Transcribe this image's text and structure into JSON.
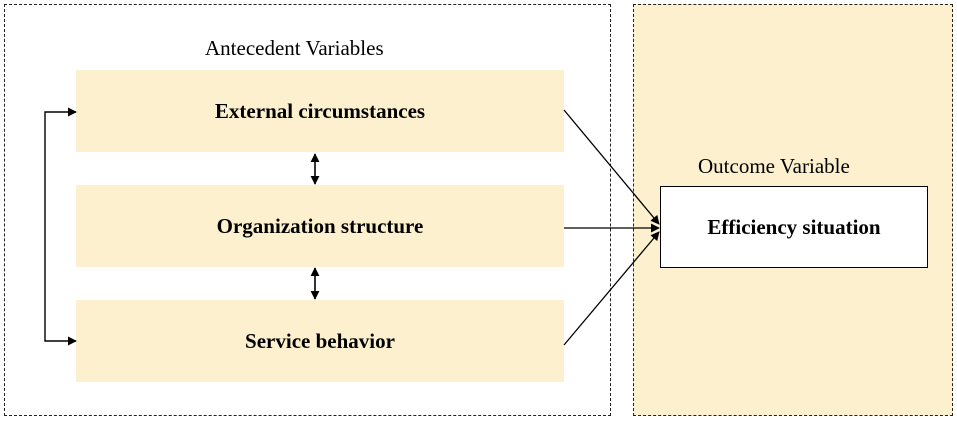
{
  "antecedent_group": {
    "title": "Antecedent Variables",
    "variables": [
      {
        "label": "External circumstances"
      },
      {
        "label": "Organization structure"
      },
      {
        "label": "Service behavior"
      }
    ]
  },
  "outcome_group": {
    "title": "Outcome Variable",
    "variable": {
      "label": "Efficiency situation"
    }
  },
  "colors": {
    "box_fill": "#fcf0ce",
    "border": "#222222",
    "arrow": "#000000"
  }
}
